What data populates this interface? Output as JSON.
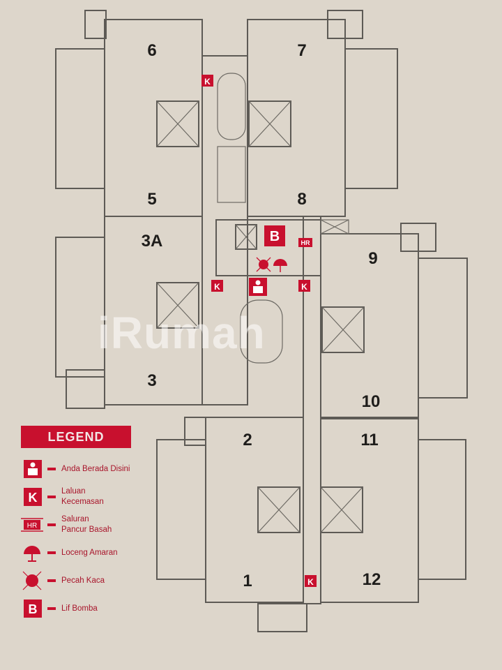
{
  "units": [
    "6",
    "7",
    "5",
    "8",
    "3A",
    "3",
    "9",
    "10",
    "11",
    "2",
    "1",
    "12"
  ],
  "markers": {
    "k": "K",
    "b": "B",
    "hr": "HR"
  },
  "legend": {
    "title": "LEGEND",
    "items": [
      {
        "icon": "you-are-here-icon",
        "label": "Anda Berada Disini"
      },
      {
        "icon": "k-exit-icon",
        "label": "Laluan\nKecemasan"
      },
      {
        "icon": "hose-reel-icon",
        "label": "Saluran\nPancur Basah"
      },
      {
        "icon": "alarm-bell-icon",
        "label": "Loceng Amaran"
      },
      {
        "icon": "break-glass-icon",
        "label": "Pecah Kaca"
      },
      {
        "icon": "fire-lift-icon",
        "label": "Lif Bomba"
      }
    ]
  },
  "watermark": "iRumah",
  "colors": {
    "accent": "#c8102e",
    "background": "#ddd6cb"
  }
}
